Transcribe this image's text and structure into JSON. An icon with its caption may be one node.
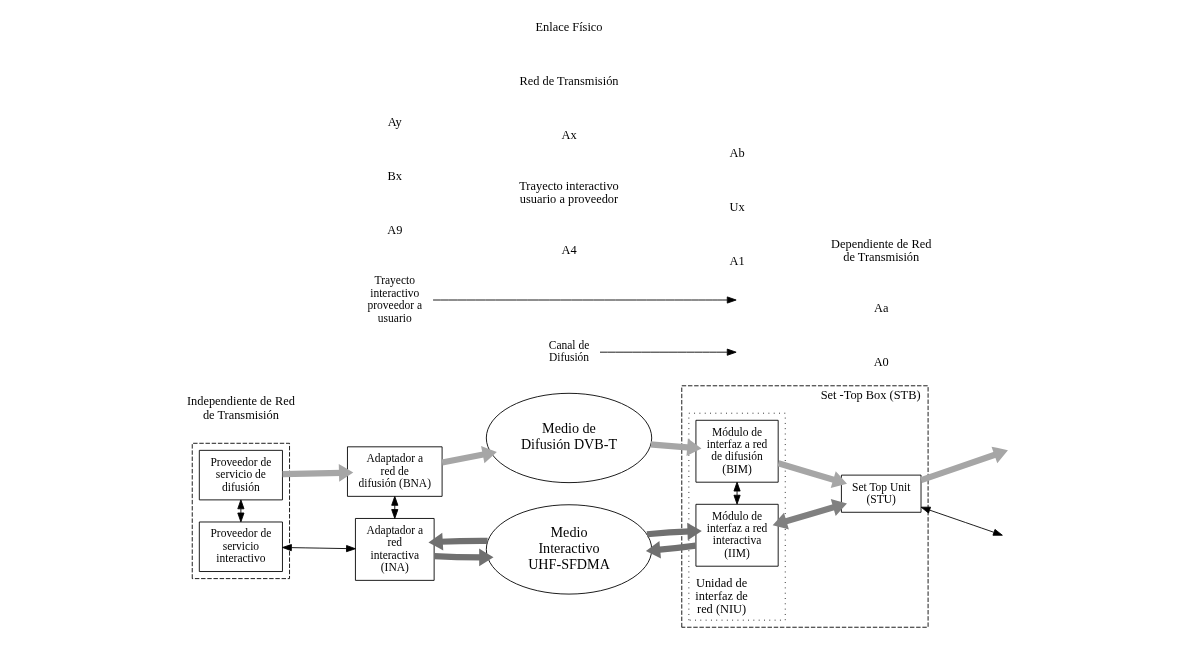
{
  "diagram": {
    "nodes": [
      {
        "text": [],
        "shape": "box"
      },
      {
        "text": [
          "Proveedor de servicio de difusión"
        ],
        "in": 0
      },
      {
        "text": [
          "Proveedor de servicio interactivo"
        ],
        "in": 0
      },
      {
        "text": [
          "Adaptador a red de difusión (BNA)"
        ]
      },
      {
        "text": [
          "Adaptador a red interactiva (INA)"
        ]
      },
      {
        "text": [
          "Medio de Difusión DVB-T"
        ]
      },
      {
        "text": [
          "Medio Interactivo UHF-SFDMA"
        ]
      },
      {
        "text": [
          "Set -Top Box (STB)"
        ]
      },
      {
        "text": [
          "Unidad de interfaz de red (NIU)"
        ],
        "in": 7
      },
      {
        "text": [
          "Módulo de interfaz a red de difusión (BIM)"
        ],
        "in": 8
      },
      {
        "text": [
          "Módulo de interfaz a red interactiva (IIM)"
        ],
        "in": 8
      },
      {
        "text": [
          "Set Top Unit (STU)"
        ],
        "in": 7
      },
      {
        "text": [
          "Canal de Difusión"
        ]
      },
      {
        "text": [
          "Trayecto interactivo proveedor a usuario"
        ]
      }
    ],
    "edges": [
      {
        "from": 1,
        "to": 3,
        "arrow": "to",
        "color": "#a6a6a6"
      },
      {
        "from": 3,
        "to": 5,
        "arrow": "to",
        "color": "#a6a6a6"
      },
      {
        "from": 5,
        "to": 9,
        "arrow": "to",
        "color": "#a6a6a6"
      },
      {
        "from": 9,
        "to": 11,
        "arrow": "to",
        "color": "#a6a6a6"
      },
      {
        "from": 11,
        "to": null,
        "arrow": "to",
        "color": "#a6a6a6"
      },
      {
        "from": 1,
        "to": 2,
        "arrow": "both"
      },
      {
        "from": 3,
        "to": 4,
        "arrow": "both"
      },
      {
        "from": 2,
        "to": 4,
        "arrow": "both"
      },
      {
        "from": 6,
        "to": 4,
        "arrow": "to",
        "color": "#707070"
      },
      {
        "from": 4,
        "to": 6,
        "arrow": "to",
        "color": "#707070"
      },
      {
        "from": 10,
        "to": 6,
        "arrow": "to",
        "color": "#707070"
      },
      {
        "from": 6,
        "to": 10,
        "arrow": "to",
        "color": "#707070"
      },
      {
        "from": 9,
        "to": 10,
        "arrow": "both"
      },
      {
        "from": 10,
        "to": 11,
        "arrow": "both",
        "color": "#808080"
      },
      {
        "from": 11,
        "to": null,
        "arrow": "both"
      },
      {
        "from": 12,
        "to": null,
        "arrow": "to"
      },
      {
        "from": 13,
        "to": null,
        "arrow": "to"
      }
    ],
    "labels": [
      "A9",
      "A4",
      "A1",
      "A0",
      "Bx",
      "Ux",
      "Trayecto interactivo usuario a proveedor",
      "Ay",
      "Ax",
      "Ab",
      "Aa",
      "Red de Transmisión",
      "Independiente de Red de Transmisión",
      "Enlace Físico",
      "Dependiente de Red de Transmisión"
    ]
  }
}
